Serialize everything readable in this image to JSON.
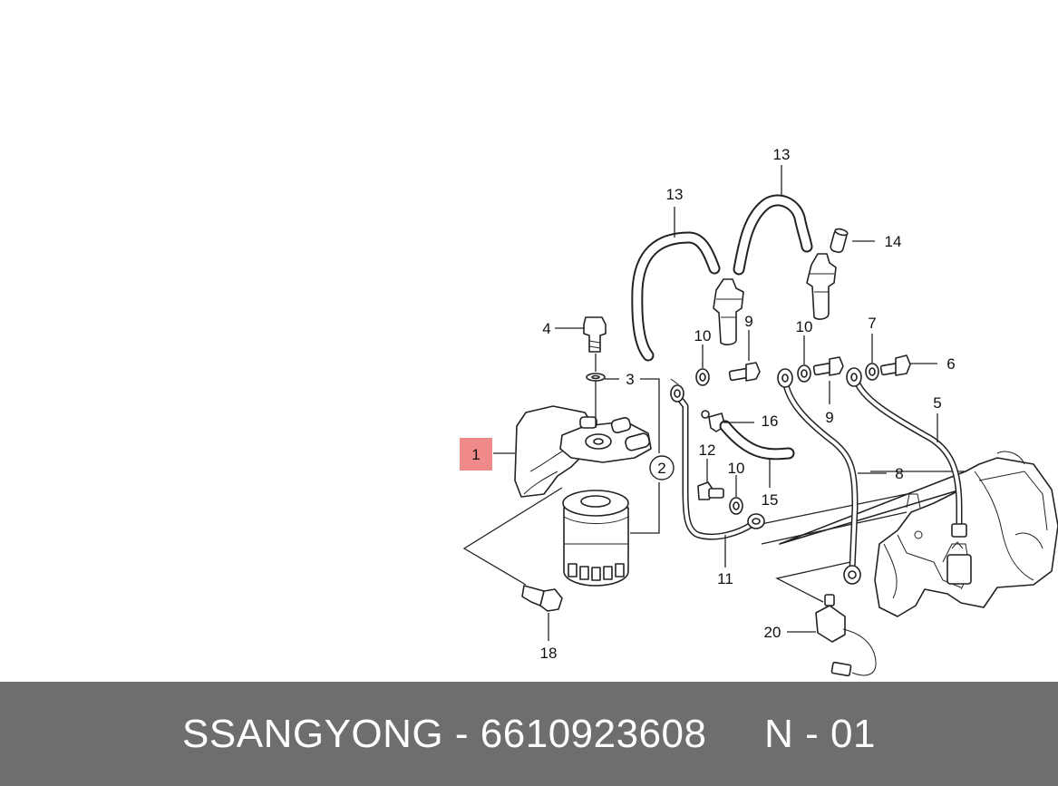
{
  "footer": {
    "brand": "SSANGYONG",
    "separator": "-",
    "part_number": "6610923608",
    "page_code": "N - 01"
  },
  "colors": {
    "footer_bg": "#6e6e6e",
    "highlight": "#f08a8a",
    "line": "#222222"
  },
  "callouts": [
    {
      "id": "1",
      "label": "1",
      "highlighted": true
    },
    {
      "id": "2",
      "label": "2",
      "circled": true
    },
    {
      "id": "3",
      "label": "3"
    },
    {
      "id": "4",
      "label": "4"
    },
    {
      "id": "5",
      "label": "5"
    },
    {
      "id": "6",
      "label": "6"
    },
    {
      "id": "7",
      "label": "7"
    },
    {
      "id": "8",
      "label": "8"
    },
    {
      "id": "9a",
      "label": "9"
    },
    {
      "id": "9b",
      "label": "9"
    },
    {
      "id": "10a",
      "label": "10"
    },
    {
      "id": "10b",
      "label": "10"
    },
    {
      "id": "10c",
      "label": "10"
    },
    {
      "id": "11",
      "label": "11"
    },
    {
      "id": "12",
      "label": "12"
    },
    {
      "id": "13a",
      "label": "13"
    },
    {
      "id": "13b",
      "label": "13"
    },
    {
      "id": "14",
      "label": "14"
    },
    {
      "id": "15",
      "label": "15"
    },
    {
      "id": "16",
      "label": "16"
    },
    {
      "id": "18",
      "label": "18"
    },
    {
      "id": "20",
      "label": "20"
    }
  ]
}
